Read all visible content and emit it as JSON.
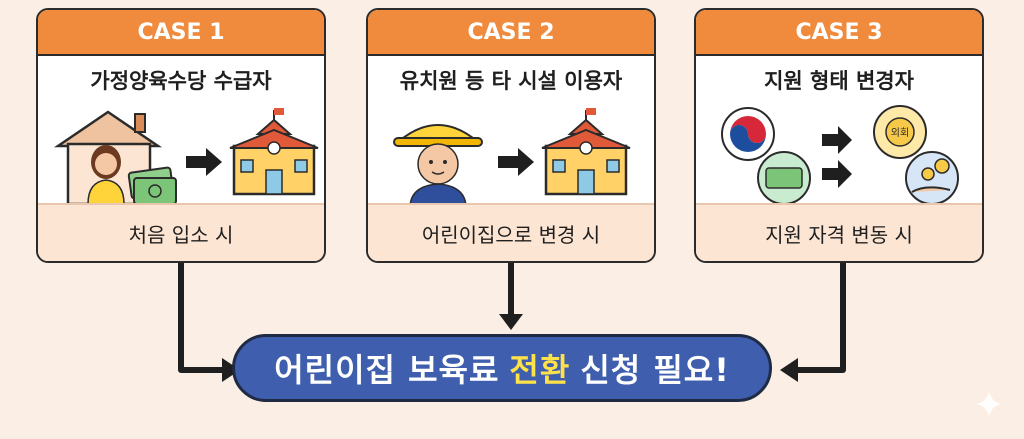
{
  "cases": [
    {
      "tag": "CASE 1",
      "title": "가정양육수당 수급자",
      "footer": "처음 입소 시"
    },
    {
      "tag": "CASE 2",
      "title": "유치원 등 타 시설 이용자",
      "footer": "어린이집으로 변경 시"
    },
    {
      "tag": "CASE 3",
      "title": "지원 형태 변경자",
      "footer": "지원 자격 변동 시"
    }
  ],
  "banner": {
    "before": "어린이집 보육료",
    "highlight": "전환",
    "after": "신청 필요!"
  },
  "case3_coin_label": "외회",
  "colors": {
    "header": "#f08a3c",
    "banner": "#3f5fae",
    "highlight": "#ffe14a",
    "footer": "#fde5d3"
  }
}
